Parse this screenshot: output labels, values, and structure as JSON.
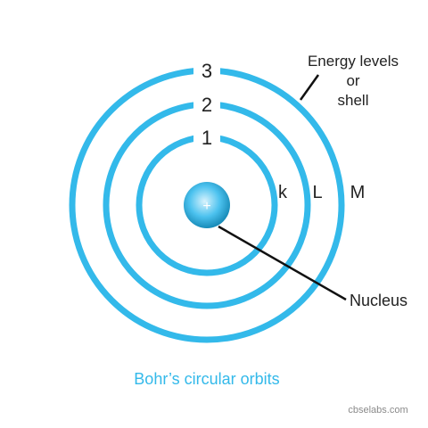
{
  "diagram": {
    "caption": "Bohr’s circular orbits",
    "watermark": "cbselabs.com",
    "nucleus": {
      "symbol": "+",
      "label": "Nucleus"
    },
    "orbits": [
      {
        "number": "1",
        "shell": "k"
      },
      {
        "number": "2",
        "shell": "L"
      },
      {
        "number": "3",
        "shell": "M"
      }
    ],
    "energy_label": {
      "line1": "Energy levels",
      "line2": "or",
      "line3": "shell"
    }
  },
  "colors": {
    "orbit": "#33b9ea",
    "caption": "#33b9ea",
    "nucleus_light": "#d8f3fd",
    "nucleus_mid": "#4cc2ef",
    "nucleus_dark": "#1487b4",
    "line": "#111111"
  }
}
